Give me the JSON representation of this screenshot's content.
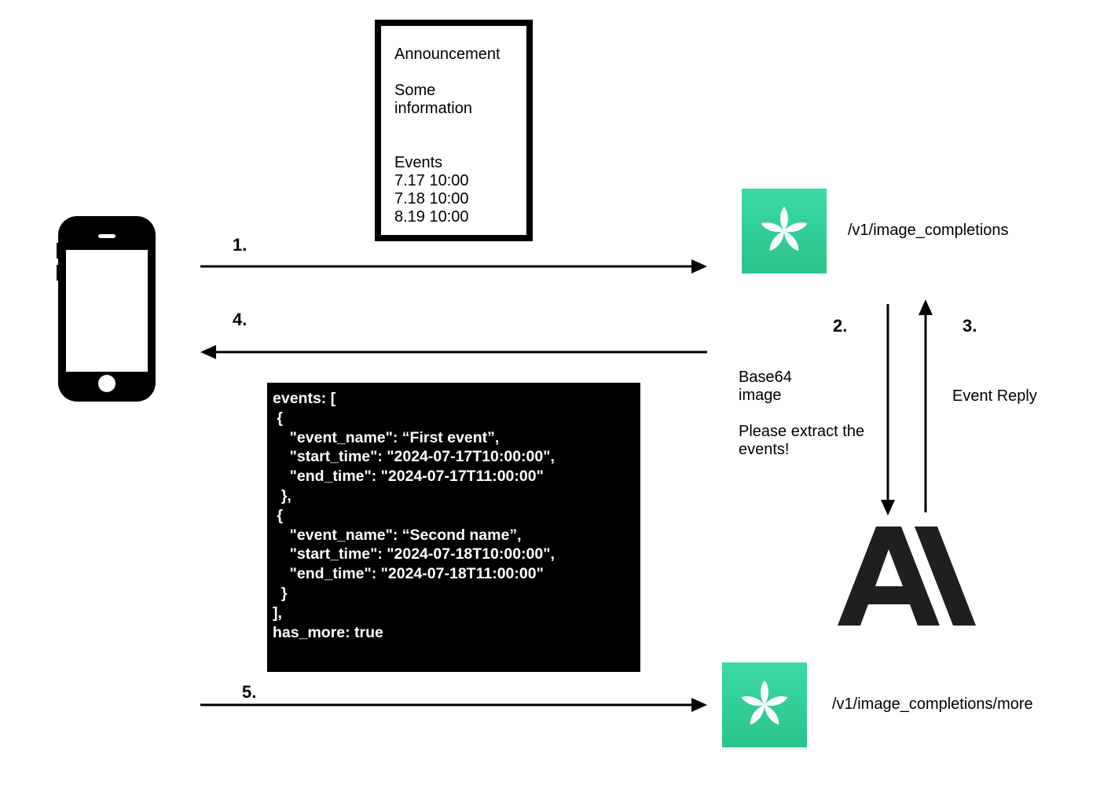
{
  "announcement": {
    "lines": [
      "Announcement",
      "",
      "Some",
      "information",
      "",
      "",
      "",
      "Events",
      "7.17 10:00",
      "7.18 10:00",
      "8.19 10:00"
    ]
  },
  "steps": {
    "step1": "1.",
    "step2": "2.",
    "step3": "3.",
    "step4": "4.",
    "step5": "5."
  },
  "endpoints": {
    "image_completions": "/v1/image_completions",
    "image_completions_more": "/v1/image_completions/more"
  },
  "request_note": {
    "line1": "Base64",
    "line2": "image",
    "line3": "Please extract the",
    "line4": "events!"
  },
  "reply_note": "Event Reply",
  "json_response": {
    "lines": [
      "events: [",
      " {",
      "    \"event_name\": “First event”,",
      "    \"start_time\": \"2024-07-17T10:00:00\",",
      "    \"end_time\": \"2024-07-17T11:00:00\"",
      "  },",
      " {",
      "    \"event_name\": “Second name”,",
      "    \"start_time\": \"2024-07-18T10:00:00\",",
      "    \"end_time\": \"2024-07-18T11:00:00\"",
      "  }",
      "],",
      "has_more: true"
    ]
  },
  "colors": {
    "tile_green": "#2dcb91",
    "ink": "#000000",
    "ai_logo": "#1f1f1f"
  },
  "icons": {
    "phone": "smartphone-icon",
    "app_logo": "flower-logo-icon",
    "ai_logo": "anthropic-logo-icon"
  }
}
